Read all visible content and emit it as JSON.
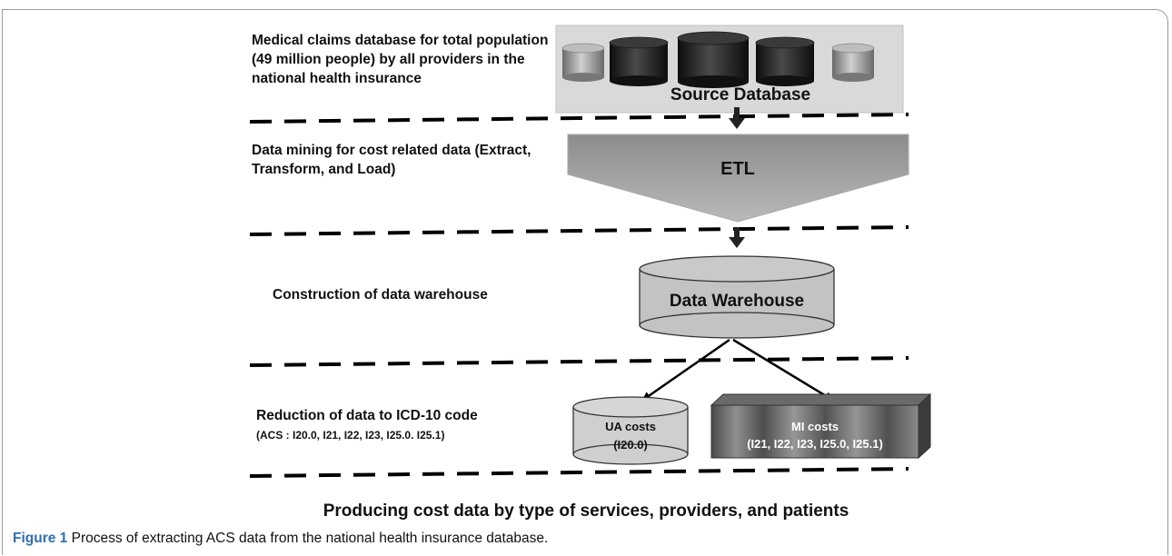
{
  "stages": [
    {
      "label": "Medical claims database for total population (49 million people) by all providers in the national health insurance"
    },
    {
      "label": "Data mining for cost related data (Extract, Transform, and Load)"
    },
    {
      "label": "Construction of data warehouse"
    },
    {
      "label": "Reduction of data to ICD-10 code",
      "sublabel": "(ACS : I20.0, I21, I22, I23, I25.0. I25.1)"
    }
  ],
  "nodes": {
    "source_db": "Source Database",
    "etl": "ETL",
    "warehouse": "Data Warehouse",
    "ua_title": "UA costs",
    "ua_codes": "(I20.0)",
    "mi_title": "MI costs",
    "mi_codes": "(I21, I22, I23, I25.0, I25.1)"
  },
  "output_text": "Producing cost data by type of services, providers, and patients",
  "caption": {
    "figure": "Figure 1",
    "text": " Process of extracting ACS data from the national health insurance database."
  }
}
